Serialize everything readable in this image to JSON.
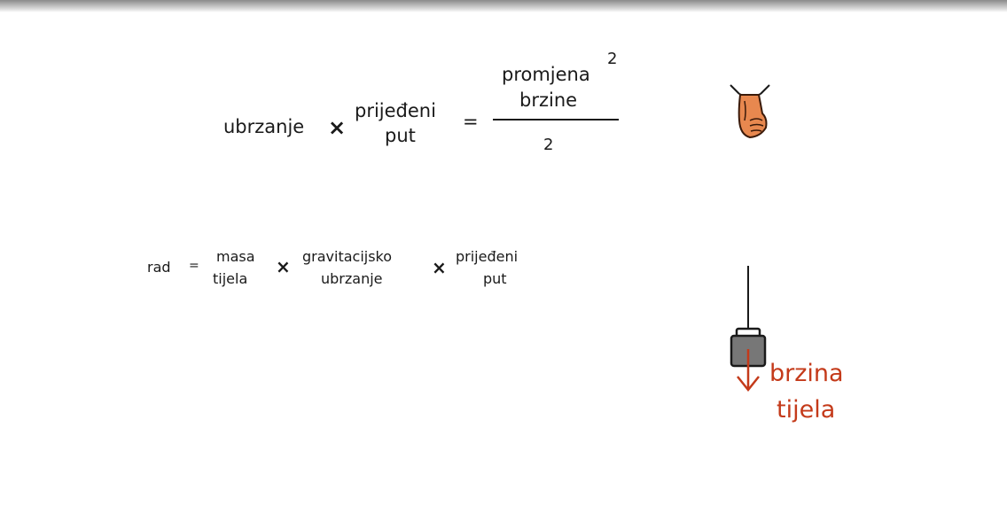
{
  "equation1": {
    "lhs_a": "ubrzanje",
    "times": "×",
    "lhs_b_line1": "prijeđeni",
    "lhs_b_line2": "put",
    "equals": "=",
    "num_line1": "promjena",
    "num_line2": "brzine",
    "exponent": "2",
    "denominator": "2"
  },
  "equation2": {
    "lhs": "rad",
    "equals": "=",
    "a_line1": "masa",
    "a_line2": "tijela",
    "times1": "×",
    "b_line1": "gravitacijsko",
    "b_line2": "ubrzanje",
    "times2": "×",
    "c_line1": "prijeđeni",
    "c_line2": "put"
  },
  "illustration": {
    "label_line1": "brzina",
    "label_line2": "tijela",
    "label_color": "#c43a1a",
    "hand_color": "#e8884f",
    "weight_color": "#777777"
  }
}
